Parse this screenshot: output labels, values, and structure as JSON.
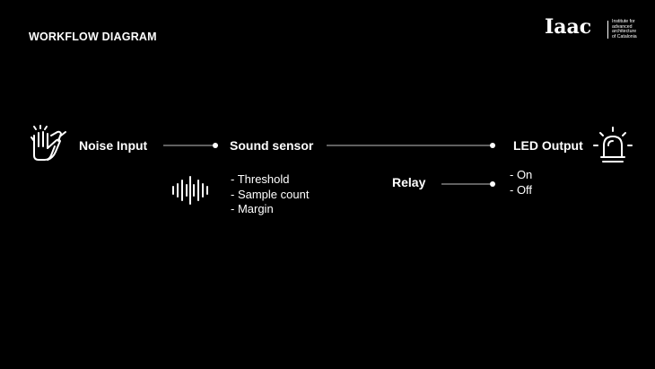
{
  "header": {
    "title": "WORKFLOW DIAGRAM"
  },
  "logo": {
    "mark": "Iaac",
    "tagline": [
      "Institute for",
      "advanced",
      "architecture",
      "of Catalonia"
    ]
  },
  "nodes": {
    "noise_input": {
      "label": "Noise Input",
      "icon": "clapping-hands-icon"
    },
    "sound_sensor": {
      "label": "Sound sensor",
      "icon": "sound-wave-icon",
      "params": [
        "- Threshold",
        "- Sample count",
        "- Margin"
      ]
    },
    "led_output": {
      "label": "LED Output",
      "icon": "alarm-light-icon",
      "states": [
        "- On",
        "- Off"
      ]
    },
    "relay": {
      "label": "Relay"
    }
  },
  "colors": {
    "background": "#000000",
    "foreground": "#ffffff",
    "connector": "#bfbfbf"
  }
}
